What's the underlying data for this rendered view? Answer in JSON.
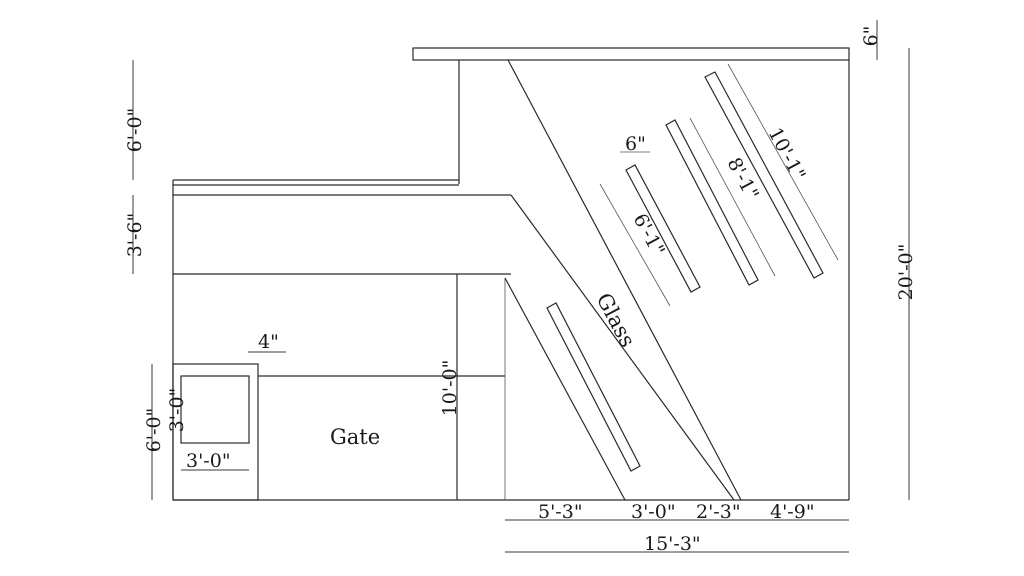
{
  "labels": {
    "gate": "Gate",
    "glass": "Glass"
  },
  "dimensions": {
    "top_slab_thickness": "6\"",
    "overall_height_right": "20'-0\"",
    "upper_wall_height": "6'-0\"",
    "parapet_height": "3'-6\"",
    "lower_left_height": "6'-0\"",
    "box_height": "3'-0\"",
    "box_width": "3'-0\"",
    "box_wall": "4\"",
    "inner_height": "10'-0\"",
    "bar_spacing": "6\"",
    "bar_short": "6'-1\"",
    "bar_mid": "8'-1\"",
    "bar_long": "10'-1\"",
    "bottom_seg_1": "5'-3\"",
    "bottom_seg_2": "3'-0\"",
    "bottom_seg_3": "2'-3\"",
    "bottom_seg_4": "4'-9\"",
    "bottom_total": "15'-3\""
  }
}
